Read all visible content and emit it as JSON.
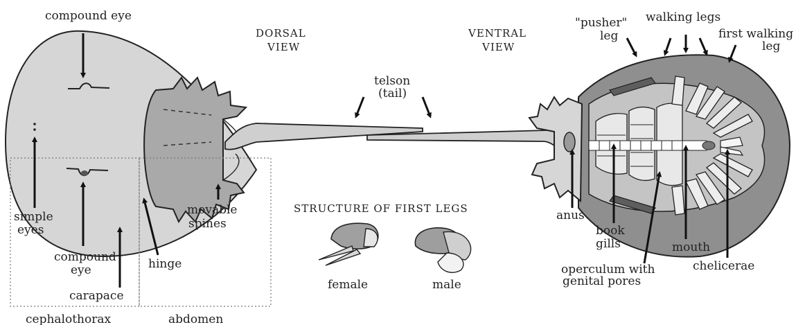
{
  "labels": {
    "compound_eye_top": "compound eye",
    "dorsal_view": [
      "DORSAL",
      "VIEW"
    ],
    "ventral_view": [
      "VENTRAL",
      "VIEW"
    ],
    "telson": [
      "telson",
      "(tail)"
    ],
    "pusher_leg": [
      "\"pusher\"",
      "leg"
    ],
    "walking_legs": "walking legs",
    "first_walking_leg": [
      "first walking",
      "leg"
    ],
    "simple_eyes": [
      "simple",
      "eyes"
    ],
    "compound_eye_bottom": [
      "compound",
      "eye"
    ],
    "carapace": "carapace",
    "hinge": "hinge",
    "movable_spines": [
      "movable",
      "spines"
    ],
    "cephalothorax": "cephalothorax",
    "abdomen": "abdomen",
    "structure_title": "STRUCTURE OF FIRST LEGS",
    "female": "female",
    "male": "male",
    "anus": "anus",
    "book_gills": [
      "book",
      "gills"
    ],
    "operculum": [
      "operculum with",
      "genital pores"
    ],
    "mouth": "mouth",
    "chelicerae": "chelicerae"
  },
  "colors": {
    "carapace_fill": "#d6d6d6",
    "abdomen_fill": "#a9a9a9",
    "dark_fill": "#8f8f8f",
    "light_fill": "#ececec",
    "ink": "#222222"
  }
}
